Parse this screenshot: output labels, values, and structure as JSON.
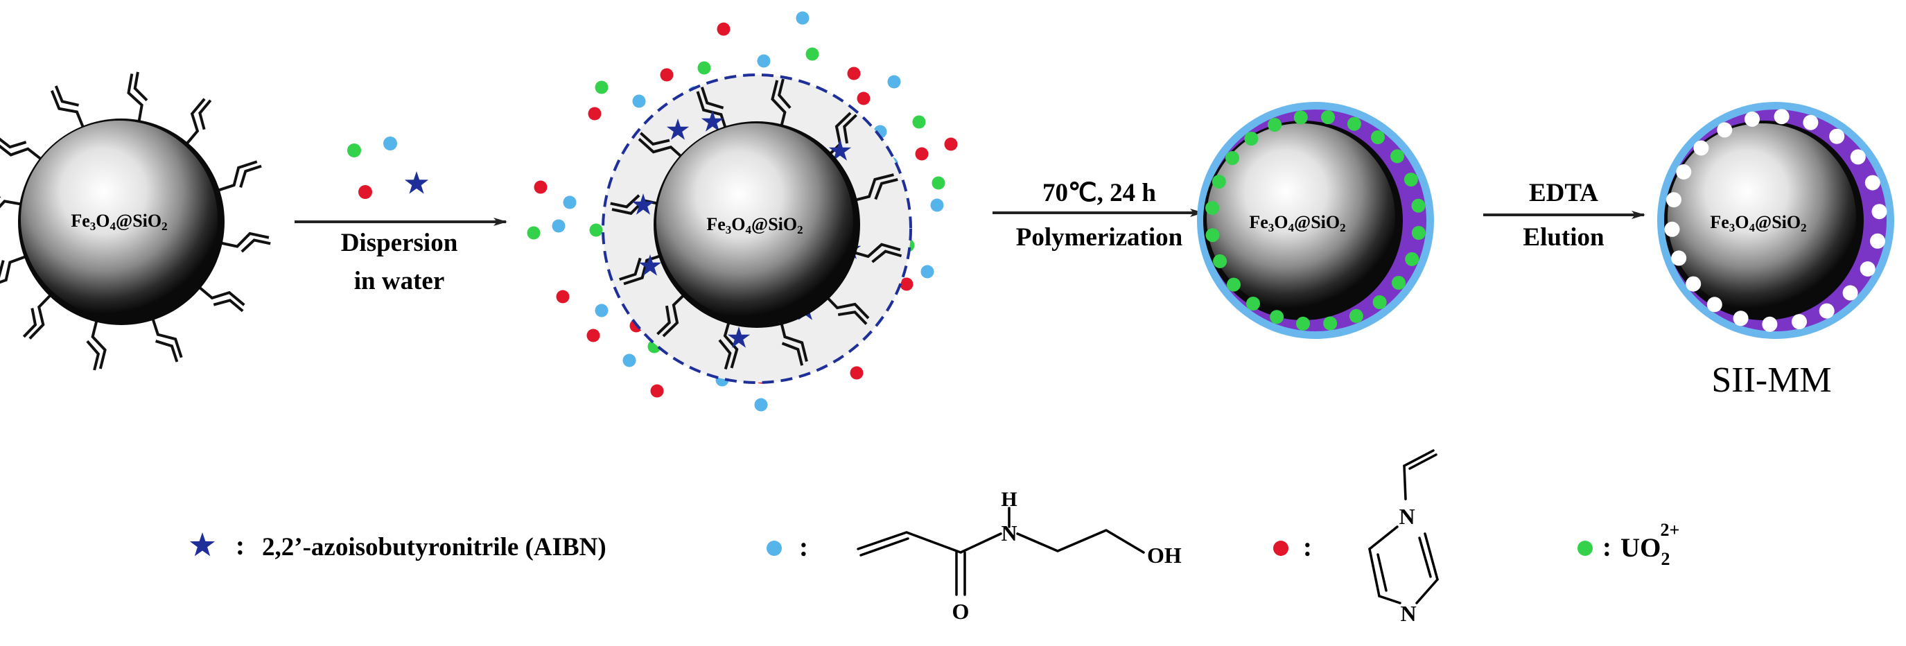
{
  "particles": {
    "core_label": "Fe",
    "core_sub1": "3",
    "core_mid": "O",
    "core_sub2": "4",
    "core_at": "@SiO",
    "core_sub3": "2"
  },
  "steps": {
    "step1_line1": "Dispersion",
    "step1_line2": "in water",
    "step2_line1": "70℃, 24 h",
    "step2_line2": "Polymerization",
    "step3_line1": "EDTA",
    "step3_line2": "Elution",
    "product_label": "SII-MM"
  },
  "legend": {
    "sep": ":",
    "aibn_label": "2,2’-azoisobutyronitrile (AIBN)",
    "acrylamide_N": "N",
    "acrylamide_H": "H",
    "acrylamide_O": "O",
    "acrylamide_OH": "OH",
    "imidazole_N1": "N",
    "imidazole_N2": "N",
    "uo2_label": "UO",
    "uo2_sub": "2",
    "uo2_sup": "2+"
  },
  "colors": {
    "star": "#1f2f9a",
    "blue_dot": "#55b4e9",
    "red_dot": "#e2162b",
    "green_dot": "#33d24a",
    "shell_purple": "#7b35c6",
    "shell_rim": "#6ab7ee",
    "arrow": "#222222"
  }
}
